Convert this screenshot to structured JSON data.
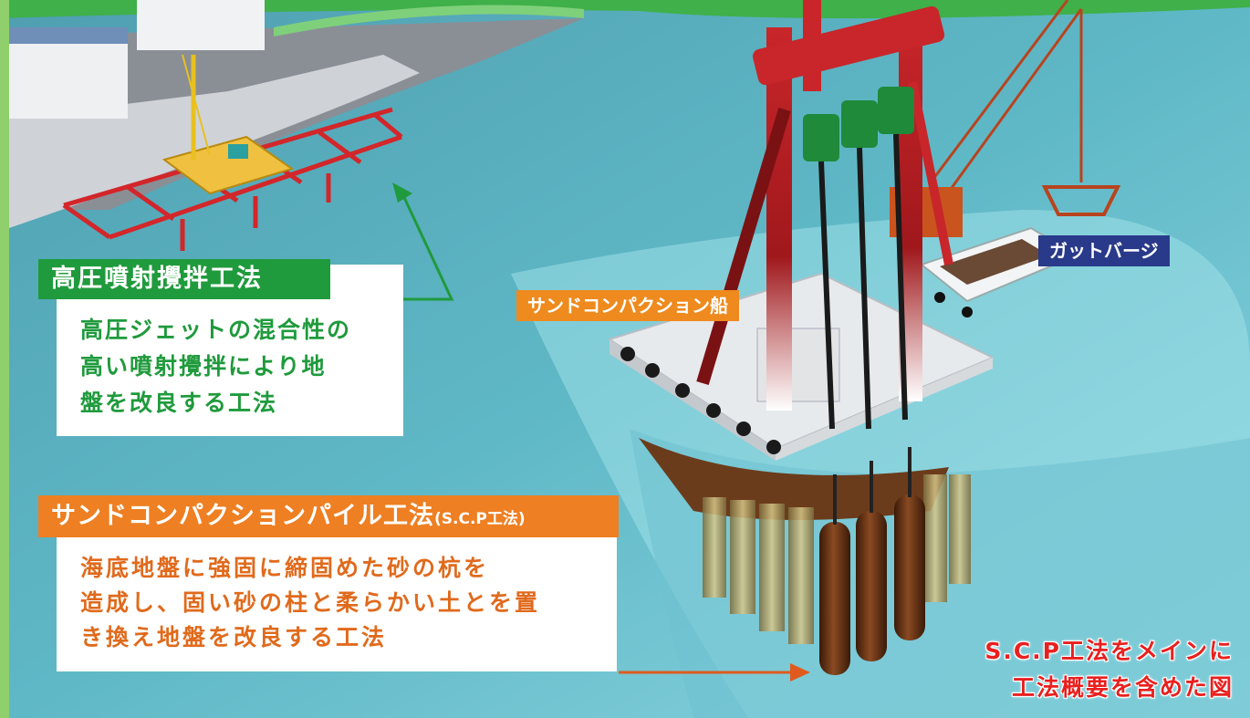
{
  "jet_grouting": {
    "title": "高圧噴射攪拌工法",
    "desc_lines": [
      "高圧ジェットの混合性の",
      "高い噴射攪拌により地",
      "盤を改良する工法"
    ]
  },
  "scp": {
    "title": "サンドコンパクションパイル工法",
    "title_suffix": "(S.C.P工法)",
    "desc_lines": [
      "海底地盤に強固に締固めた砂の杭を",
      "造成し、固い砂の柱と柔らかい土とを置",
      "き換え地盤を改良する工法"
    ]
  },
  "labels": {
    "sand_compaction_ship": "サンドコンパクション船",
    "gut_barge": "ガットバージ"
  },
  "note_lines": [
    "S.C.P工法をメインに",
    "工法概要を含めた図"
  ],
  "colors": {
    "green": "#1f9a3c",
    "orange": "#ee7f22",
    "navy": "#2a3a8a",
    "red_note": "#e8201f",
    "sea": "#5fb6c4"
  }
}
